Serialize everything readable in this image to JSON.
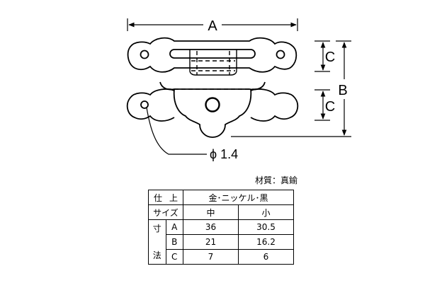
{
  "drawing": {
    "dim_a": "A",
    "dim_b": "B",
    "dim_c_upper": "C",
    "dim_c_lower": "C",
    "hole_label": "ϕ 1.4"
  },
  "material": "材質：真鍮",
  "table": {
    "finish_label_1": "仕",
    "finish_label_2": "上",
    "finish_value": "金･ニッケル･黒",
    "size_label": "サイズ",
    "sizes": [
      "中",
      "小"
    ],
    "dim_label_1": "寸",
    "dim_label_2": "法",
    "rows": [
      {
        "key": "A",
        "values": [
          "36",
          "30.5"
        ]
      },
      {
        "key": "B",
        "values": [
          "21",
          "16.2"
        ]
      },
      {
        "key": "C",
        "values": [
          "7",
          "6"
        ]
      }
    ]
  }
}
